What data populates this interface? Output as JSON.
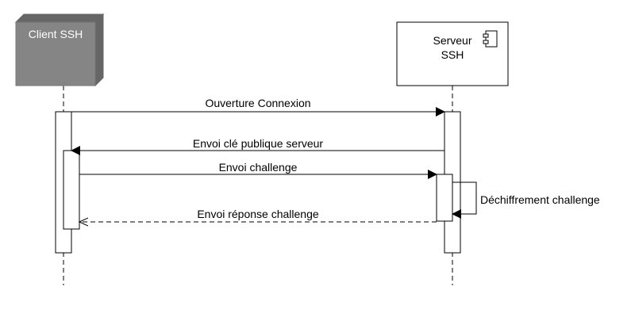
{
  "participants": {
    "client": {
      "label": "Client SSH"
    },
    "server": {
      "label_line1": "Serveur",
      "label_line2": "SSH",
      "icon": "component-icon"
    }
  },
  "messages": [
    {
      "label": "Ouverture Connexion",
      "from": "client",
      "to": "server",
      "style": "sync"
    },
    {
      "label": "Envoi clé publique serveur",
      "from": "server",
      "to": "client",
      "style": "sync"
    },
    {
      "label": "Envoi challenge",
      "from": "client",
      "to": "server",
      "style": "sync"
    },
    {
      "label": "Déchiffrement challenge",
      "from": "server",
      "to": "server",
      "style": "self"
    },
    {
      "label": "Envoi réponse challenge",
      "from": "server",
      "to": "client",
      "style": "reply"
    }
  ],
  "colors": {
    "client_box_fill": "#858585",
    "client_box_shadow": "#666666",
    "line": "#000000",
    "activation_fill": "#ffffff"
  }
}
